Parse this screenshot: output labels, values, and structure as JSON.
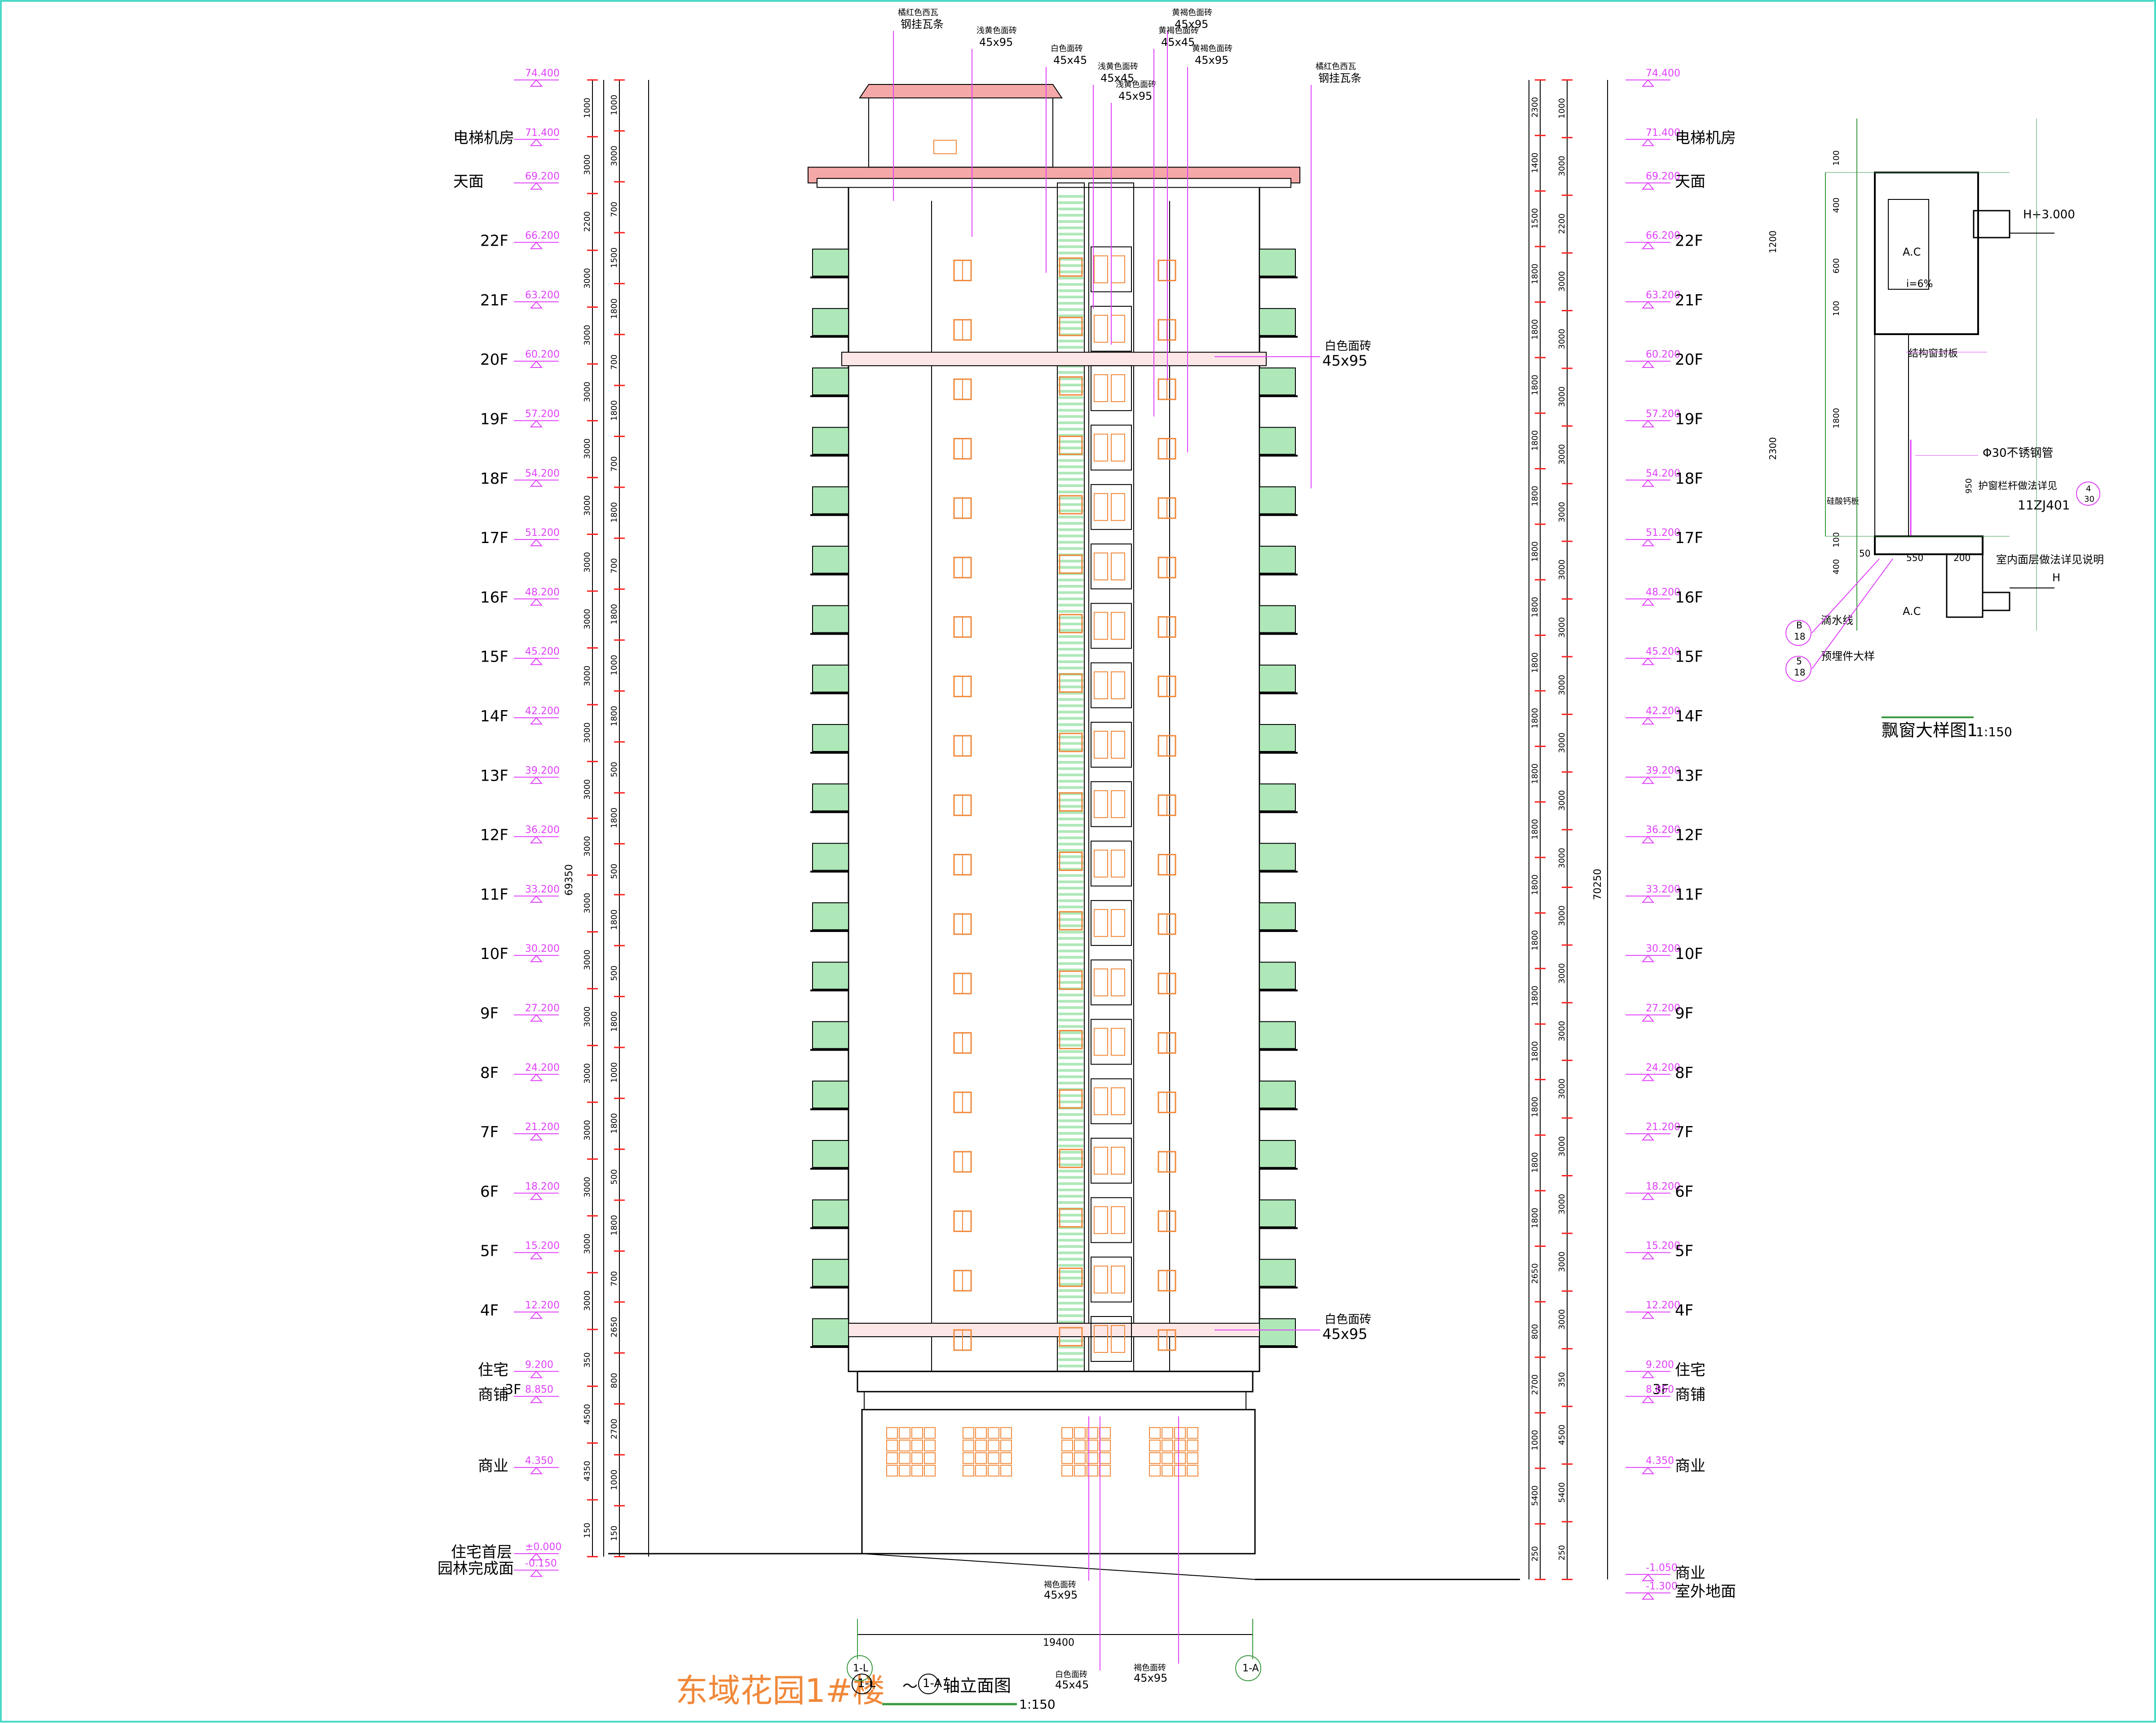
{
  "title": "东域花园1#楼",
  "subtitle": "1-L ～ 1-A 轴立面图",
  "axis_left": "1-L",
  "axis_right": "1-A",
  "scale": "1:150",
  "overall_width": "19400",
  "total_height_left": "69350",
  "total_height_right": "70250",
  "detail": {
    "title": "飘窗大样图1",
    "scale": "1:150",
    "elev_label": "H+3.000",
    "floor_label": "H",
    "ac1": "A.C",
    "ac2": "A.C",
    "slope": "i=6%",
    "note_struct": "结构窗封板",
    "note_pipe": "Φ30不锈钢管",
    "note_rail": "护窗栏杆做法详见",
    "note_rail_ref": "11ZJ401",
    "note_rail_tag_top": "4",
    "note_rail_tag_bot": "30",
    "note_sill": "硅酸钙板",
    "note_floor": "室内面层做法详见说明",
    "note_drip": "滴水线",
    "note_embed": "预埋件大样",
    "tag1_top": "B",
    "tag1_bot": "18",
    "tag2_top": "5",
    "tag2_bot": "18",
    "dims": [
      "100",
      "400",
      "600",
      "100",
      "1800",
      "100",
      "400"
    ],
    "dim_total1": "1200",
    "dim_total2": "2300",
    "dim_950": "950",
    "dim_50": "50",
    "dim_550": "550",
    "dim_200": "200"
  },
  "notes_top": [
    {
      "t1": "橘红色西瓦",
      "t2": "钢挂瓦条"
    },
    {
      "t1": "浅黄色面砖",
      "t2": "45x95"
    },
    {
      "t1": "白色面砖",
      "t2": "45x45"
    },
    {
      "t1": "浅黄色面砖",
      "t2": "45x45"
    },
    {
      "t1": "浅黄色面砖",
      "t2": "45x95"
    },
    {
      "t1": "黄褐色面砖",
      "t2": "45x95"
    },
    {
      "t1": "黄褐色面砖",
      "t2": "45x45"
    },
    {
      "t1": "黄褐色面砖",
      "t2": "45x95"
    },
    {
      "t1": "橘红色西瓦",
      "t2": "钢挂瓦条"
    }
  ],
  "notes_band": [
    {
      "t1": "白色面砖",
      "t2": "45x95"
    },
    {
      "t1": "白色面砖",
      "t2": "45x95"
    }
  ],
  "notes_bottom": [
    {
      "t1": "褐色面砖",
      "t2": "45x95"
    },
    {
      "t1": "白色面砖",
      "t2": "45x45"
    },
    {
      "t1": "褐色面砖",
      "t2": "45x95"
    }
  ],
  "floors": [
    {
      "name": "电梯机房",
      "elev": "71.400"
    },
    {
      "name": "天面",
      "elev": "69.200"
    },
    {
      "name": "22F",
      "elev": "66.200"
    },
    {
      "name": "21F",
      "elev": "63.200"
    },
    {
      "name": "20F",
      "elev": "60.200"
    },
    {
      "name": "19F",
      "elev": "57.200"
    },
    {
      "name": "18F",
      "elev": "54.200"
    },
    {
      "name": "17F",
      "elev": "51.200"
    },
    {
      "name": "16F",
      "elev": "48.200"
    },
    {
      "name": "15F",
      "elev": "45.200"
    },
    {
      "name": "14F",
      "elev": "42.200"
    },
    {
      "name": "13F",
      "elev": "39.200"
    },
    {
      "name": "12F",
      "elev": "36.200"
    },
    {
      "name": "11F",
      "elev": "33.200"
    },
    {
      "name": "10F",
      "elev": "30.200"
    },
    {
      "name": "9F",
      "elev": "27.200"
    },
    {
      "name": "8F",
      "elev": "24.200"
    },
    {
      "name": "7F",
      "elev": "21.200"
    },
    {
      "name": "6F",
      "elev": "18.200"
    },
    {
      "name": "5F",
      "elev": "15.200"
    },
    {
      "name": "4F",
      "elev": "12.200"
    }
  ],
  "top_elev": "74.400",
  "lower_left": [
    {
      "name": "住宅",
      "sub": "3F",
      "elev": "9.200"
    },
    {
      "name": "商铺",
      "elev": "8.850"
    },
    {
      "name": "商业",
      "elev": "4.350"
    },
    {
      "name": "住宅首层",
      "elev": "±0.000"
    },
    {
      "name": "园林完成面",
      "elev": "-0.150"
    }
  ],
  "lower_right": [
    {
      "name": "住宅",
      "sub": "3F",
      "elev": "9.200"
    },
    {
      "name": "商铺",
      "elev": "8.850"
    },
    {
      "name": "商业",
      "elev": "4.350"
    },
    {
      "name": "商业",
      "elev": "-1.050"
    },
    {
      "name": "室外地面",
      "elev": "-1.300"
    }
  ],
  "dims_left_col1": [
    "1000",
    "3000",
    "2200",
    "3000",
    "3000",
    "3000",
    "3000",
    "3000",
    "3000",
    "3000",
    "3000",
    "3000",
    "3000",
    "3000",
    "3000",
    "3000",
    "3000",
    "3000",
    "3000",
    "3000",
    "3000",
    "3000",
    "350",
    "4500",
    "4350",
    "150"
  ],
  "dims_left_col2": [
    "1000",
    "3000",
    "700",
    "1500",
    "1800",
    "700",
    "1800",
    "700",
    "1800",
    "700",
    "1800",
    "1000",
    "1800",
    "500",
    "1800",
    "500",
    "1800",
    "500",
    "1800",
    "1000",
    "1800",
    "500",
    "1800",
    "700",
    "2650",
    "800",
    "2700",
    "1000",
    "150"
  ],
  "dims_right_col1": [
    "2300",
    "1400",
    "1500",
    "1800",
    "1800",
    "1800",
    "1800",
    "1800",
    "1800",
    "1800",
    "1800",
    "1800",
    "1800",
    "1800",
    "1800",
    "1800",
    "1800",
    "1800",
    "1800",
    "1800",
    "1800",
    "2650",
    "800",
    "2700",
    "1000",
    "5400",
    "250"
  ],
  "dims_right_col2": [
    "1000",
    "3000",
    "2200",
    "3000",
    "3000",
    "3000",
    "3000",
    "3000",
    "3000",
    "3000",
    "3000",
    "3000",
    "3000",
    "3000",
    "3000",
    "3000",
    "3000",
    "3000",
    "3000",
    "3000",
    "3000",
    "3000",
    "350",
    "4500",
    "5400",
    "250"
  ],
  "colors": {
    "magenta": "#e040fb",
    "red": "#ff2020",
    "orange": "#f0883a",
    "green": "#3a9a40",
    "balcony": "#aee8b8",
    "roof": "#f5a8a8",
    "black": "#000000",
    "cyan": "#4ad9c8"
  }
}
